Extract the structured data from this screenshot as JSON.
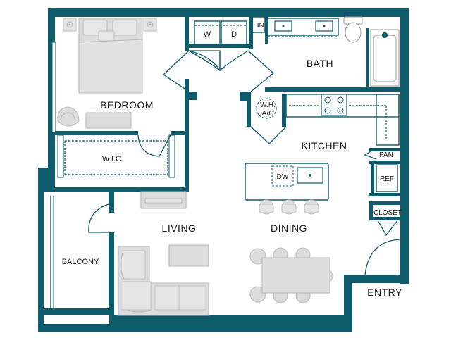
{
  "plan": {
    "rooms": {
      "bedroom": "BEDROOM",
      "bath": "BATH",
      "kitchen": "KITCHEN",
      "wic": "W.I.C.",
      "living": "LIVING",
      "dining": "DINING",
      "balcony": "BALCONY",
      "entry": "ENTRY"
    },
    "fixtures": {
      "washer": "W",
      "dryer": "D",
      "linen": "LIN",
      "wh": "W.H.",
      "ac": "A/C",
      "pantry": "PAN",
      "refrigerator": "REF",
      "closet": "CLOSET",
      "dishwasher": "DW"
    },
    "colors": {
      "wall": "#0d5b6b",
      "furniture": "#dcdcdc"
    }
  }
}
